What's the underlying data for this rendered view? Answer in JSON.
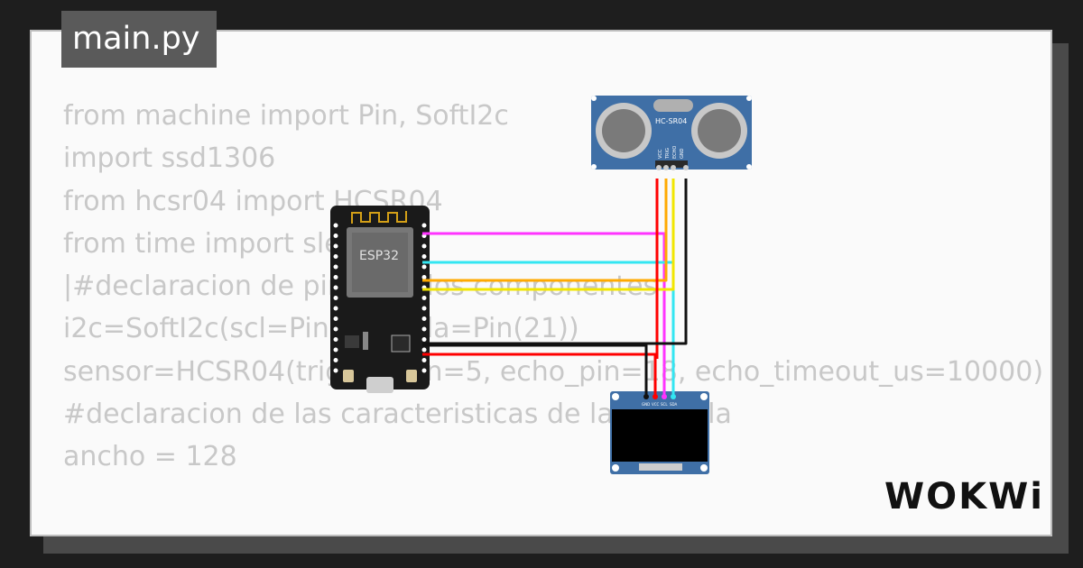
{
  "file_tab": {
    "label": "main.py"
  },
  "code_lines": [
    "from machine import Pin, SoftI2c",
    "import ssd1306",
    "from hcsr04 import HCSR04",
    "from time import sleep",
    "",
    "|#declaracion de pines de los componentes",
    "i2c=SoftI2c(scl=Pin(22), sda=Pin(21))",
    "sensor=HCSR04(trigger_pin=5, echo_pin=18, echo_timeout_us=10000)",
    "",
    "#declaracion de las caracteristicas de la pantalla",
    "ancho = 128"
  ],
  "esp32": {
    "label": "ESP32"
  },
  "ultrasonic": {
    "label": "HC-SR04",
    "pins": [
      "VCC",
      "TRIG",
      "ECHO",
      "GND"
    ]
  },
  "oled": {
    "pins": [
      "GND",
      "VCC",
      "SCL",
      "SDA"
    ]
  },
  "logo": {
    "text": "WOKWi"
  },
  "colors": {
    "wire_magenta": "#ff33ff",
    "wire_cyan": "#33e6f2",
    "wire_orange": "#ffaa00",
    "wire_yellow": "#f2e600",
    "wire_red": "#ff0000",
    "wire_black": "#111111",
    "board_blue": "#3f6fa6",
    "esp_board": "#1a1a1a"
  }
}
